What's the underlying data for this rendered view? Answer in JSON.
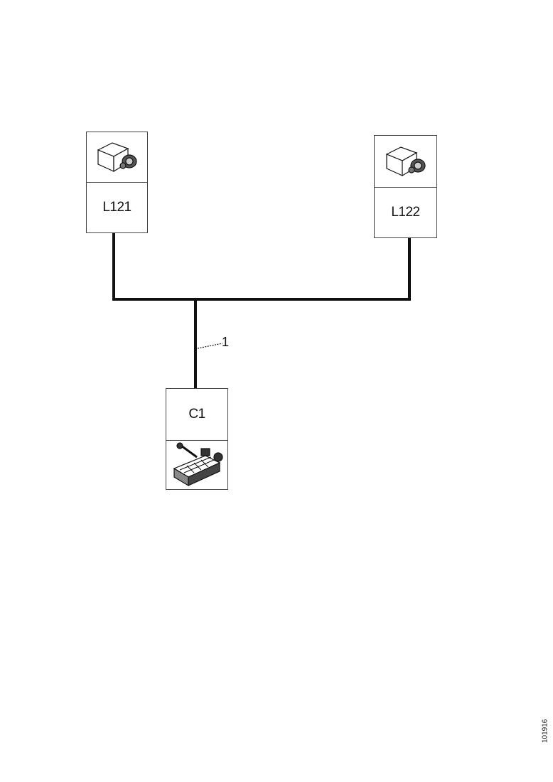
{
  "components": [
    {
      "id": "l121",
      "label": "L121",
      "icon": "relay-icon"
    },
    {
      "id": "l122",
      "label": "L122",
      "icon": "relay-icon"
    },
    {
      "id": "c1",
      "label": "C1",
      "icon": "connector-icon"
    }
  ],
  "wire_label": "1",
  "document_number": "101916"
}
